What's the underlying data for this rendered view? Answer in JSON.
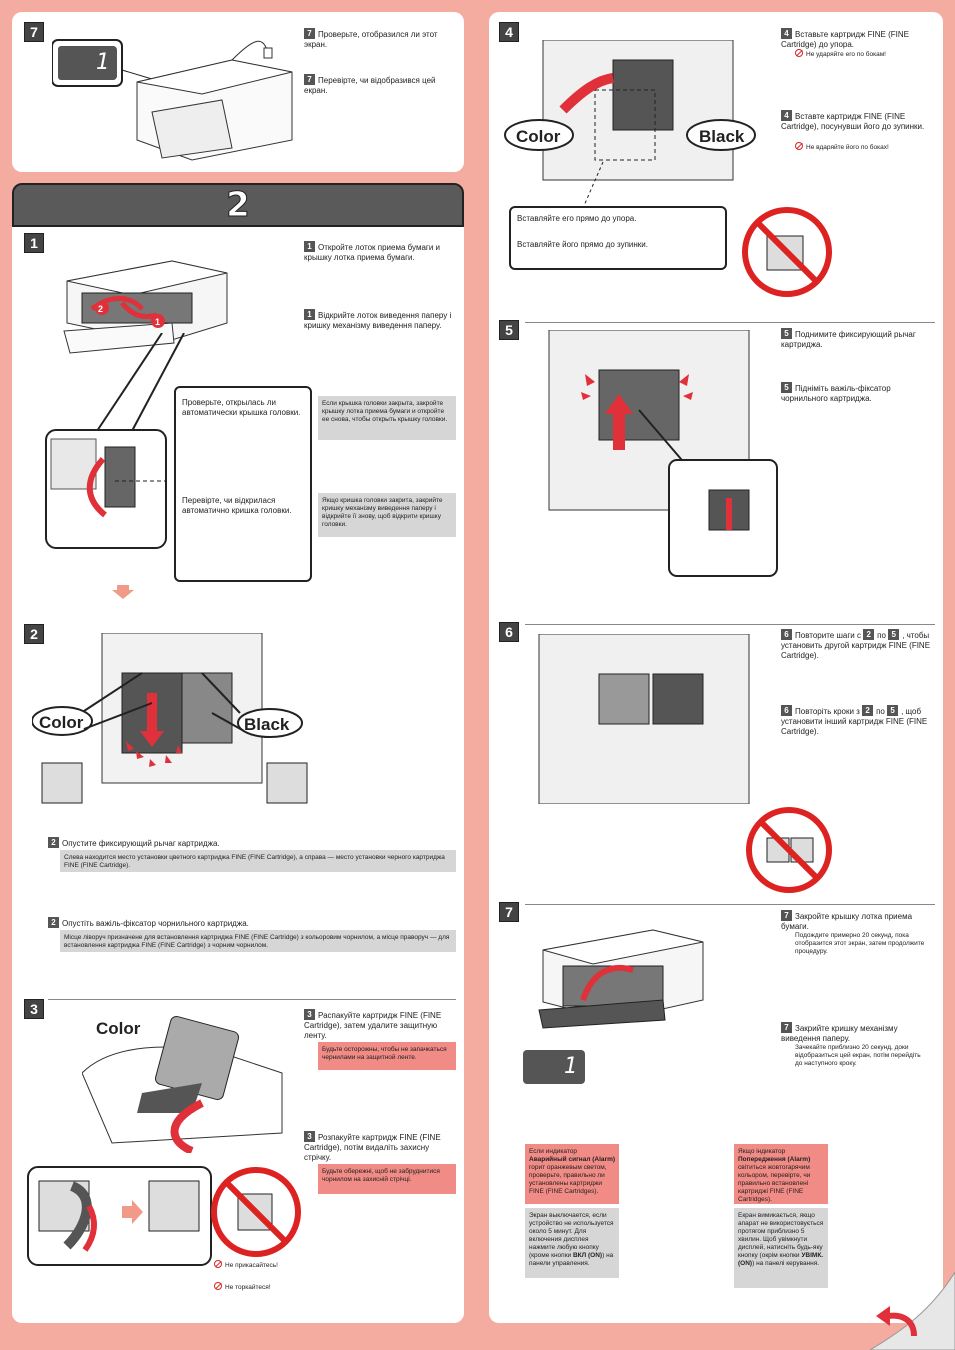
{
  "top_left": {
    "step": "7",
    "display_digit": "1",
    "ru": "Проверьте, отобразился ли этот экран.",
    "uk": "Перевірте, чи відобразився цей екран."
  },
  "section_banner": "2",
  "s1": {
    "step": "1",
    "ru": "Откройте лоток приема бумаги и крышку лотка приема бумаги.",
    "uk": "Відкрийте лоток виведення паперу і кришку механізму виведення паперу.",
    "callout_ru": "Проверьте, открылась ли автоматически крышка головки.",
    "callout_uk": "Перевірте, чи відкрилася автоматично кришка головки.",
    "gray_ru": "Если крышка головки закрыта, закройте крышку лотка приема бумаги и откройте ее снова, чтобы открыть крышку головки.",
    "gray_uk": "Якщо кришка головки закрита, закрийте кришку механізму виведення паперу і відкрийте її знову, щоб відкрити кришку головки.",
    "label_1": "1",
    "label_2": "2"
  },
  "s2": {
    "step": "2",
    "color_label": "Color",
    "black_label": "Black",
    "ru": "Опустите фиксирующий рычаг картриджа.",
    "ru_note": "Слева находится место установки цветного картриджа FINE (FINE Cartridge), а справа — место установки черного картриджа FINE (FINE Cartridge).",
    "uk": "Опустіть важіль-фіксатор чорнильного картриджа.",
    "uk_note": "Місце ліворуч призначене для встановлення картриджа FINE (FINE Cartridge) з кольоровим чорнилом, а місце праворуч — для встановлення картриджа FINE (FINE Cartridge) з чорним чорнилом."
  },
  "s3": {
    "step": "3",
    "color_label": "Color",
    "ru": "Распакуйте картридж FINE (FINE Cartridge), затем удалите защитную ленту.",
    "ru_warn": "Будьте осторожны, чтобы не запачкаться чернилами на защитной ленте.",
    "uk": "Розпакуйте картридж FINE (FINE Cartridge), потім видаліть захисну стрічку.",
    "uk_warn": "Будьте обережні, щоб не забруднитися чорнилом на захисній стрічці.",
    "no_touch_ru": "Не прикасайтесь!",
    "no_touch_uk": "Не торкайтеся!"
  },
  "s4": {
    "step": "4",
    "color_label": "Color",
    "black_label": "Black",
    "ru": "Вставьте картридж FINE (FINE Cartridge) до упора.",
    "ru_warn": "Не ударяйте его по бокам!",
    "uk": "Вставте картридж FINE (FINE Cartridge), посунувши його до зупинки.",
    "uk_warn": "Не вдаряйте його по боках!",
    "callout_ru": "Вставляйте его прямо до упора.",
    "callout_uk": "Вставляйте його прямо до зупинки."
  },
  "s5": {
    "step": "5",
    "ru": "Поднимите фиксирующий рычаг картриджа.",
    "uk": "Підніміть важіль-фіксатор чорнильного картриджа."
  },
  "s6": {
    "step": "6",
    "ru_pre": "Повторите шаги с",
    "ru_mid": "по",
    "ru_post": ", чтобы установить другой картридж FINE (FINE Cartridge).",
    "uk_pre": "Повторіть кроки з",
    "uk_mid": "по",
    "uk_post": ", щоб установити інший картридж FINE (FINE Cartridge).",
    "from": "2",
    "to": "5"
  },
  "s7": {
    "step": "7",
    "display_digit": "1",
    "ru": "Закройте крышку лотка приема бумаги.",
    "ru_note": "Подождите примерно 20 секунд, пока отобразится этот экран, затем продолжите процедуру.",
    "uk": "Закрийте кришку механізму виведення паперу.",
    "uk_note": "Зачекайте приблизно 20 секунд, доки відобразиться цей екран, потім перейдіть до наступного кроку.",
    "alarm_ru_1": "Если индикатор",
    "alarm_ru_bold": "Аварийный сигнал (Alarm)",
    "alarm_ru_2": "горит оранжевым светом, проверьте, правильно ли установлены картриджи FINE (FINE Cartridges).",
    "alarm_uk_1": "Якщо індикатор",
    "alarm_uk_bold": "Попередження (Alarm)",
    "alarm_uk_2": "світиться жовтогарячим кольором, перевірте, чи правильно встановлені картриджі FINE (FINE Cartridges).",
    "screen_ru_1": "Экран выключается, если устройство не используется около 5 минут. Для включения дисплея нажмите любую кнопку (кроме кнопки",
    "screen_ru_bold": "ВКЛ (ON)",
    "screen_ru_2": ") на панели управления.",
    "screen_uk_1": "Екран вимикається, якщо апарат не використовується протягом приблизно 5 хвилин. Щоб увімкнути дисплей, натисніть будь-яку кнопку (окрім кнопки",
    "screen_uk_bold": "УВІМК. (ON)",
    "screen_uk_2": ") на панелі керування."
  },
  "colors": {
    "background": "#f4aba0",
    "panel": "#ffffff",
    "alarm_box": "#f08b85",
    "note_box": "#d6d6d6",
    "arrow": "#e0303a"
  },
  "icons": [
    "no-touch-icon",
    "return-arrow-icon"
  ]
}
